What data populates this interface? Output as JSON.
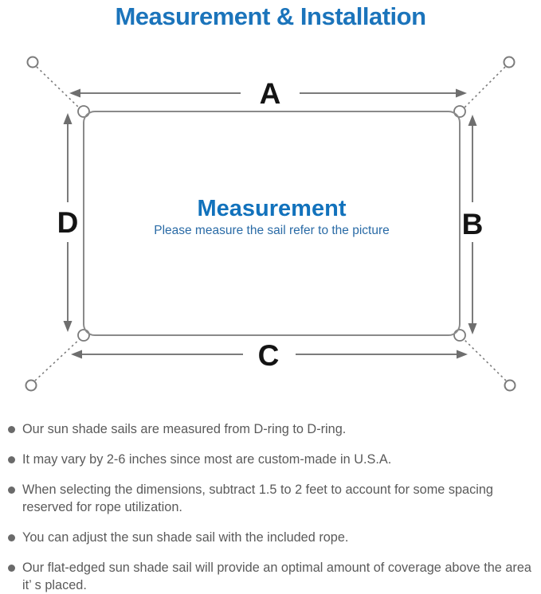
{
  "page": {
    "title": "Measurement & Installation"
  },
  "diagram": {
    "labels": {
      "top": "A",
      "right": "B",
      "bottom": "C",
      "left": "D"
    },
    "center": {
      "heading": "Measurement",
      "subheading": "Please measure the sail refer to the picture"
    },
    "colors": {
      "title_blue": "#1b74bb",
      "heading_blue": "#1272bc",
      "subheading_blue": "#2a6ba6",
      "line_gray": "#7b7b7b",
      "label_black": "#141414",
      "body_text_gray": "#5a5a5a"
    }
  },
  "bullets": [
    {
      "text": "Our sun shade sails are measured from D-ring to D-ring."
    },
    {
      "text": "It may vary by 2-6 inches since most are custom-made in U.S.A."
    },
    {
      "text": "When selecting the dimensions, subtract 1.5 to 2 feet to account for some spacing reserved for rope utilization."
    },
    {
      "text": "You can adjust the sun shade sail with the included rope."
    },
    {
      "text": "Our flat-edged sun shade sail will provide an optimal amount of coverage above the area it’ s placed."
    }
  ]
}
